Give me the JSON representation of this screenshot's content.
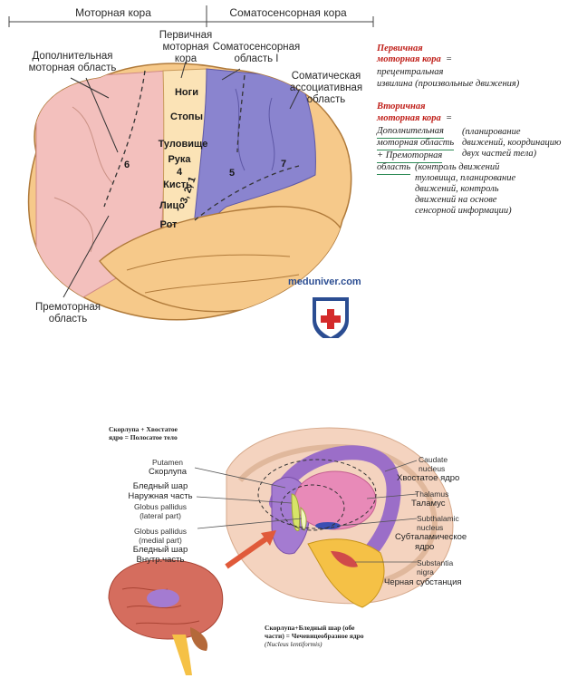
{
  "top": {
    "header_motor": "Моторная кора",
    "header_somato": "Соматосенсорная кора",
    "primary_motor": [
      "Первичная",
      "моторная",
      "кора"
    ],
    "supplementary_motor": [
      "Дополнительная",
      "моторная область"
    ],
    "somatosensory_1": [
      "Соматосенсорная",
      "область I"
    ],
    "somatic_assoc": [
      "Соматическая",
      "ассоциативная",
      "область"
    ],
    "premotor": [
      "Премоторная",
      "область"
    ],
    "body_parts": [
      "Ноги",
      "Стопы",
      "Туловище",
      "Рука",
      "4",
      "Кисть",
      "Лицо",
      "Рот"
    ],
    "area_numbers": [
      "6",
      "5",
      "7",
      "3, 2, 1"
    ],
    "watermark": "meduniver.com"
  },
  "notes": {
    "primary_title": [
      "Первичная",
      "моторная кора"
    ],
    "primary_eq": "=",
    "primary_text": [
      "прецентральная",
      "извилина (произвольные движения)"
    ],
    "secondary_title": [
      "Вторичная",
      "моторная кора"
    ],
    "secondary_eq": "=",
    "supp_term": [
      "Дополнительная",
      "моторная область"
    ],
    "supp_desc": [
      "(планирование",
      "движений, координацию",
      "двух частей тела)"
    ],
    "premotor_term": [
      "+ Премоторная",
      "область"
    ],
    "premotor_desc": [
      "(контроль движений",
      "туловища, планирование",
      "движений, контроль",
      "движений на основе",
      "сенсорной информации)"
    ]
  },
  "bottom": {
    "title_top": [
      "Скорлупа + Хвостатое",
      "ядро = Полосатое тело"
    ],
    "putamen": [
      "Putamen",
      "Скорлупа"
    ],
    "gp_lateral": [
      "Бледный шар",
      "Наружная часть",
      "Globus pallidus",
      "(lateral part)"
    ],
    "gp_medial": [
      "Globus pallidus",
      "(medial part)",
      "Бледный шар",
      "Внутр.часть"
    ],
    "caudate": [
      "Caudate",
      "nucleus",
      "Хвостатое ядро"
    ],
    "thalamus": [
      "Thalamus",
      "Таламус"
    ],
    "subthalamic": [
      "Subthalamic",
      "nucleus",
      "Субталамическое",
      "ядро"
    ],
    "substantia": [
      "Substantia",
      "nigra",
      "Черная субстанция"
    ],
    "caption": [
      "Скорлупа+Бледный шар (обе",
      "части) = Чечевицеобразное ядро",
      "(Nucleus lentiformis)"
    ]
  },
  "colors": {
    "brain": "#f6c98a",
    "motor": "#f3c0bd",
    "somato": "#8a84cf",
    "primary_motor": "#fbe3b6",
    "note_red": "#c0201a",
    "arrow": "#e05a3a"
  }
}
